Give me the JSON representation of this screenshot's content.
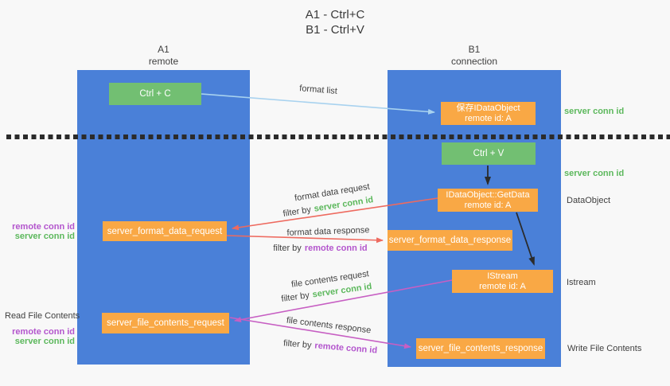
{
  "title": {
    "line1": "A1 - Ctrl+C",
    "line2": "B1 - Ctrl+V"
  },
  "lifelines": {
    "a1": {
      "name": "A1",
      "subtitle": "remote"
    },
    "b1": {
      "name": "B1",
      "subtitle": "connection"
    }
  },
  "nodes": {
    "ctrl_c": {
      "label": "Ctrl + C"
    },
    "save_idataobject": {
      "line1": "保存IDataObject",
      "line2": "remote id: A"
    },
    "ctrl_v": {
      "label": "Ctrl + V"
    },
    "getdata": {
      "line1": "IDataObject::GetData",
      "line2": "remote id: A"
    },
    "format_data_request": {
      "label": "server_format_data_request"
    },
    "format_data_response": {
      "label": "server_format_data_response"
    },
    "istream": {
      "line1": "IStream",
      "line2": "remote id: A"
    },
    "file_contents_request": {
      "label": "server_file_contents_request"
    },
    "file_contents_response": {
      "label": "server_file_contents_response"
    }
  },
  "side_labels": {
    "server_conn_id_top": "server conn id",
    "server_conn_id_mid": "server conn id",
    "dataobject": "DataObject",
    "istream": "Istream",
    "write_file_contents": "Write File Contents",
    "read_file_contents": "Read File Contents",
    "remote_conn_id_a": "remote conn id",
    "server_conn_id_a": "server conn id",
    "remote_conn_id_b": "remote conn id",
    "server_conn_id_b": "server conn id"
  },
  "arrow_labels": {
    "format_list": "format list",
    "format_data_request": "format data request",
    "format_data_response": "format data response",
    "file_contents_request": "file contents request",
    "file_contents_response": "file contents response",
    "filter_prefix": "filter by",
    "filter_server": "server conn id",
    "filter_remote": "remote conn id"
  },
  "colors": {
    "lifeline_blue": "#4a80d8",
    "node_green": "#72bf72",
    "node_orange": "#f9a845",
    "label_green": "#5cb85c",
    "label_purple": "#b355cd",
    "arrow_red": "#ee6a5f",
    "arrow_magenta": "#c75fc3",
    "arrow_lightblue": "#a8d2ef",
    "arrow_black": "#2b2b2b",
    "separator_black": "#2b2b2b",
    "background": "#f8f8f8"
  }
}
